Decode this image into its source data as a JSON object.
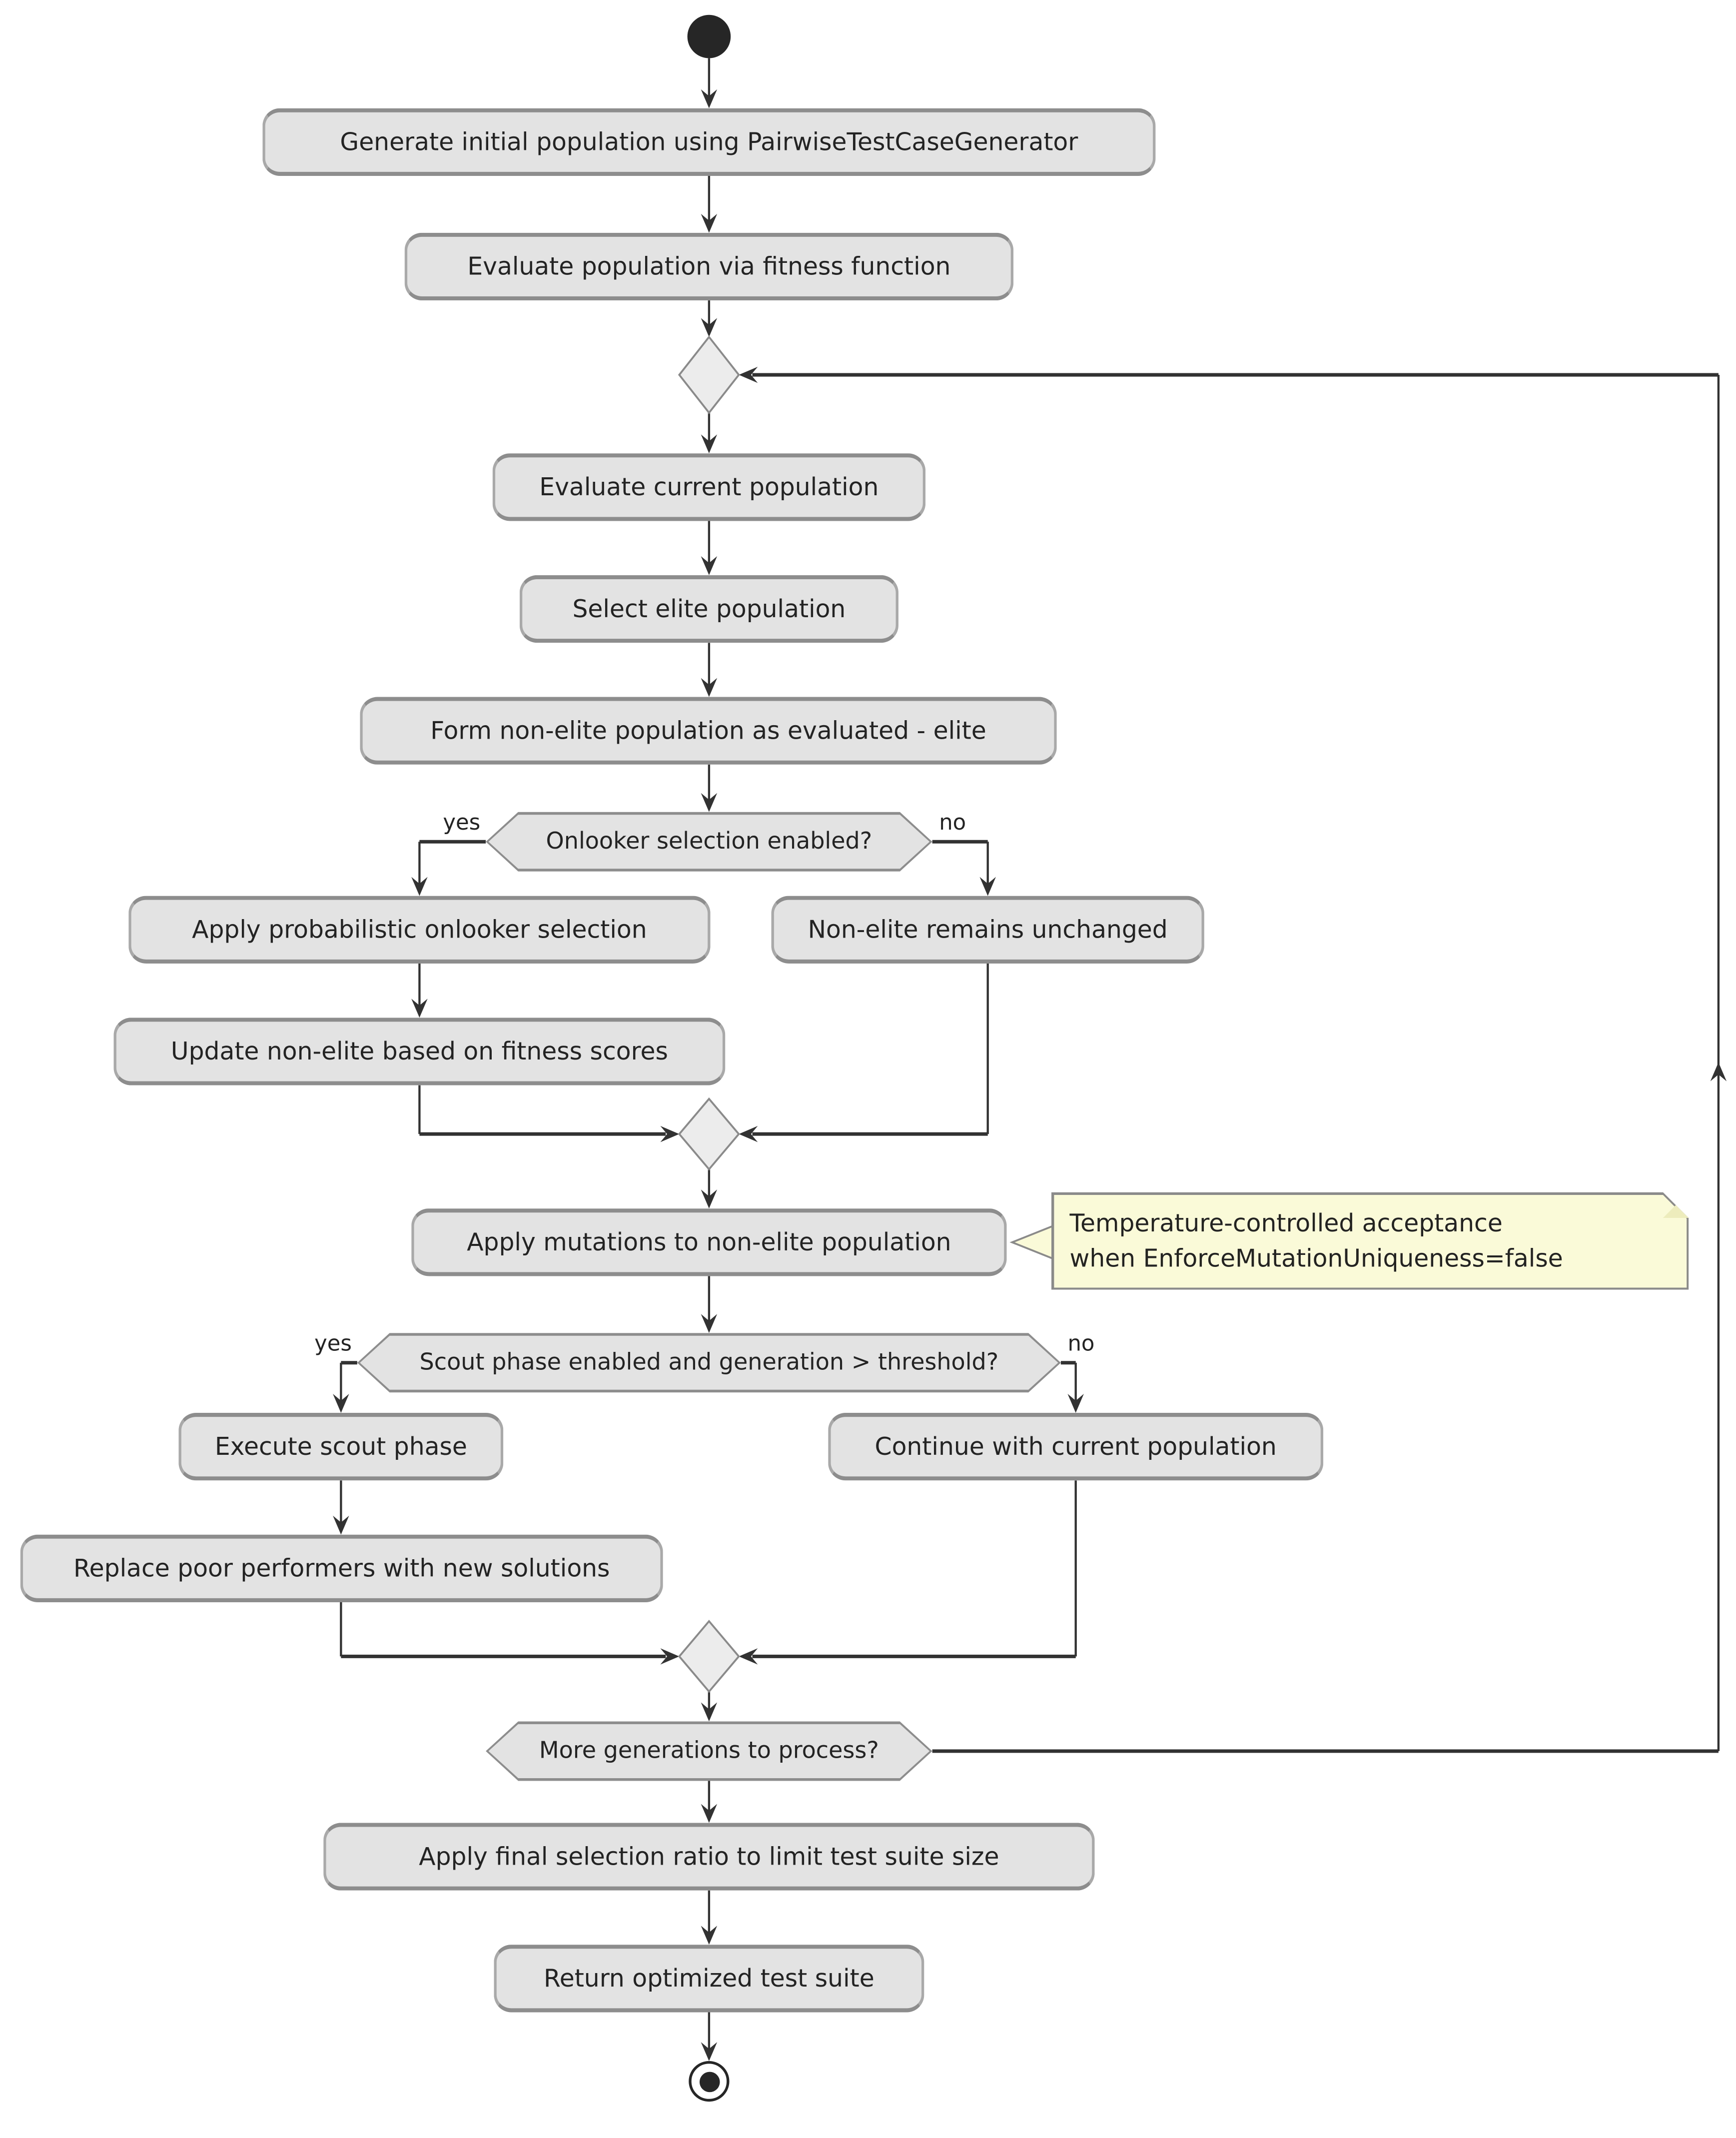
{
  "nodes": {
    "generate_initial": "Generate initial population using PairwiseTestCaseGenerator",
    "evaluate_population": "Evaluate population via fitness function",
    "evaluate_current": "Evaluate current population",
    "select_elite": "Select elite population",
    "form_non_elite": "Form non-elite population as evaluated - elite",
    "apply_onlooker": "Apply probabilistic onlooker selection",
    "non_elite_unchanged": "Non-elite remains unchanged",
    "update_non_elite": "Update non-elite based on fitness scores",
    "apply_mutations": "Apply mutations to non-elite population",
    "execute_scout": "Execute scout phase",
    "replace_poor": "Replace poor performers with new solutions",
    "continue_current": "Continue with current population",
    "apply_final_ratio": "Apply final selection ratio to limit test suite size",
    "return_suite": "Return optimized test suite"
  },
  "decisions": {
    "onlooker": {
      "label": "Onlooker selection enabled?",
      "yes": "yes",
      "no": "no"
    },
    "scout": {
      "label": "Scout phase enabled and generation > threshold?",
      "yes": "yes",
      "no": "no"
    },
    "more_generations": {
      "label": "More generations to process?"
    }
  },
  "note": {
    "line1": "Temperature-controlled acceptance",
    "line2": "when EnforceMutationUniqueness=false"
  },
  "colors": {
    "activity_fill": "#e3e3e3",
    "activity_border": "#8d8d8d",
    "diamond_fill": "#ececec",
    "note_fill": "#fafad8",
    "note_border": "#8a8a8a",
    "line": "#323232",
    "text": "#232323",
    "terminal": "#262626"
  }
}
